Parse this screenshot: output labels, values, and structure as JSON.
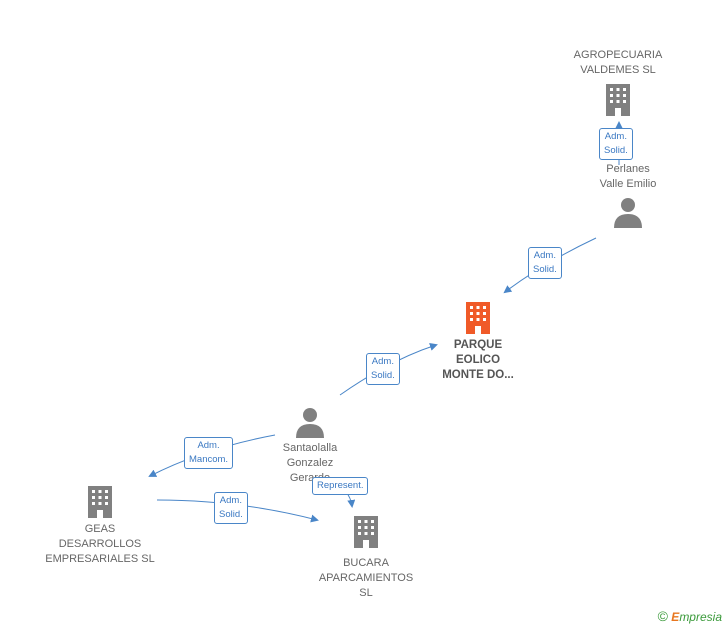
{
  "nodes": {
    "agropecuaria": {
      "label": "AGROPECUARIA\nVALDEMES  SL",
      "type": "company"
    },
    "perlanes": {
      "label": "Perlanes\nValle Emilio",
      "type": "person"
    },
    "parque": {
      "label": "PARQUE\nEOLICO\nMONTE DO...",
      "type": "company-main"
    },
    "santaolalla": {
      "label": "Santaolalla\nGonzalez\nGerardo",
      "type": "person"
    },
    "geas": {
      "label": "GEAS\nDESARROLLOS\nEMPRESARIALES SL",
      "type": "company"
    },
    "bucara": {
      "label": "BUCARA\nAPARCAMIENTOS\nSL",
      "type": "company"
    }
  },
  "edges": {
    "e1": {
      "label": "Adm.\nSolid.",
      "from": "perlanes",
      "to": "agropecuaria"
    },
    "e2": {
      "label": "Adm.\nSolid.",
      "from": "perlanes",
      "to": "parque"
    },
    "e3": {
      "label": "Adm.\nSolid.",
      "from": "santaolalla",
      "to": "parque"
    },
    "e4": {
      "label": "Adm.\nMancom.",
      "from": "santaolalla",
      "to": "geas"
    },
    "e5": {
      "label": "Represent.",
      "from": "santaolalla",
      "to": "bucara"
    },
    "e6": {
      "label": "Adm.\nSolid.",
      "from": "geas",
      "to": "bucara"
    }
  },
  "colors": {
    "edge": "#4a86c8",
    "icon": "#808080",
    "main_icon": "#f05a28"
  },
  "brand": {
    "symbol": "©",
    "first_letter": "E",
    "rest": "mpresia"
  }
}
